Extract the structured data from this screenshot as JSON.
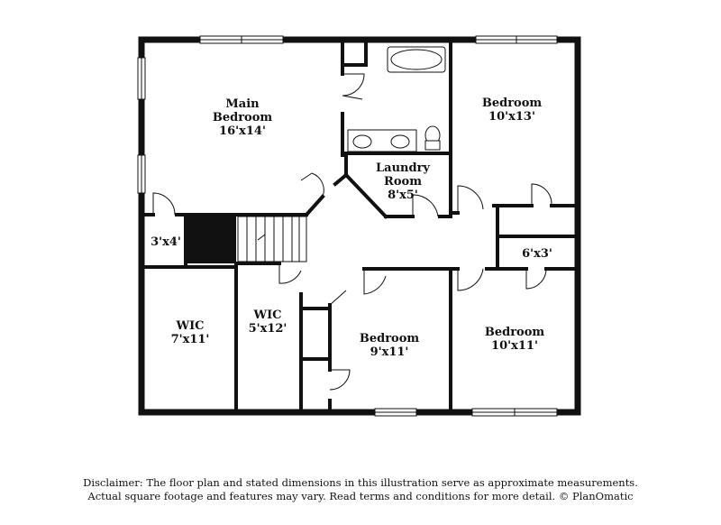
{
  "rooms": {
    "main_bedroom": {
      "line1": "Main",
      "line2": "Bedroom",
      "dims": "16'x14'"
    },
    "bedroom_ne": {
      "line1": "Bedroom",
      "dims": "10'x13'"
    },
    "laundry": {
      "line1": "Laundry",
      "line2": "Room",
      "dims": "8'x5'"
    },
    "closet_3x4": {
      "dims": "3'x4'"
    },
    "closet_6x3": {
      "dims": "6'x3'"
    },
    "wic_left": {
      "line1": "WIC",
      "dims": "7'x11'"
    },
    "wic_mid": {
      "line1": "WIC",
      "dims": "5'x12'"
    },
    "bedroom_s": {
      "line1": "Bedroom",
      "dims": "9'x11'"
    },
    "bedroom_se": {
      "line1": "Bedroom",
      "dims": "10'x11'"
    }
  },
  "disclaimer": {
    "line1": "Disclaimer: The floor plan and stated dimensions in this illustration serve as approximate measurements.",
    "line2": "Actual square footage and features may vary. Read terms and conditions for more detail. © PlanOmatic"
  }
}
